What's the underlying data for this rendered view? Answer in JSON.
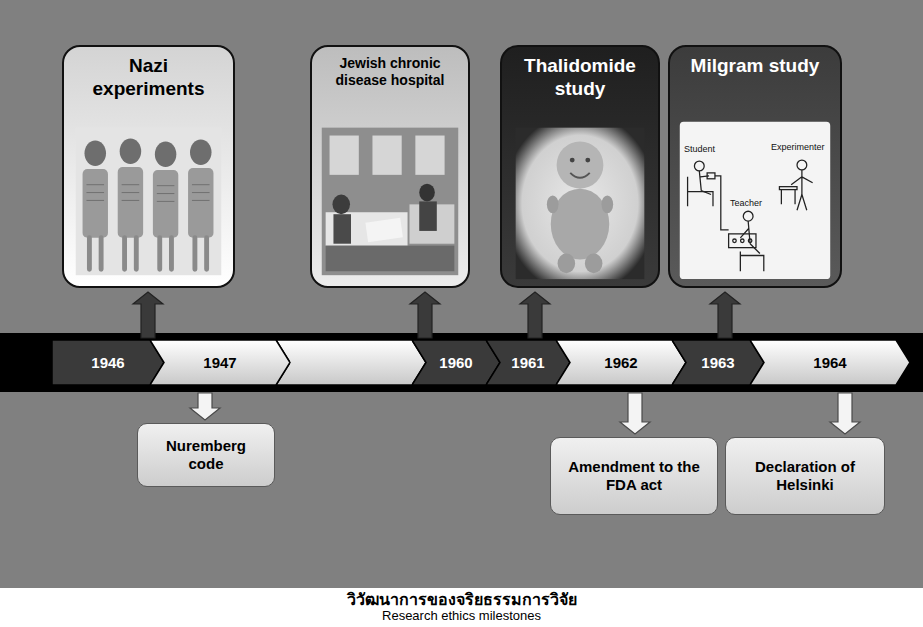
{
  "diagram": {
    "caption": "วิวัฒนาการของจริยธรรมการวิจัย",
    "nodes": [
      {
        "text": [
          "Nazi experiments"
        ]
      },
      {
        "text": [
          "Jewish chronic disease hospital"
        ]
      },
      {
        "text": [
          "Thalidomide study"
        ]
      },
      {
        "text": [
          "Milgram study"
        ]
      },
      {
        "text": [
          "1946"
        ]
      },
      {
        "text": [
          "1947"
        ]
      },
      {
        "text": [
          "1960"
        ]
      },
      {
        "text": [
          "1961"
        ]
      },
      {
        "text": [
          "1962"
        ]
      },
      {
        "text": [
          "1963"
        ]
      },
      {
        "text": [
          "1964"
        ]
      },
      {
        "text": [
          "Nuremberg code"
        ]
      },
      {
        "text": [
          "Amendment to the FDA act"
        ]
      },
      {
        "text": [
          "Declaration of Helsinki"
        ]
      }
    ],
    "edges": [
      {
        "from": 4,
        "to": 0,
        "arrow": "to"
      },
      {
        "from": 6,
        "to": 1,
        "arrow": "to"
      },
      {
        "from": 7,
        "to": 2,
        "arrow": "to"
      },
      {
        "from": 9,
        "to": 3,
        "arrow": "to"
      },
      {
        "from": 5,
        "to": 11,
        "arrow": "to"
      },
      {
        "from": 8,
        "to": 12,
        "arrow": "to"
      },
      {
        "from": 10,
        "to": 13,
        "arrow": "to"
      }
    ],
    "labels": [
      "Student",
      "Teacher",
      "Experimenter",
      "Research ethics milestones"
    ]
  }
}
